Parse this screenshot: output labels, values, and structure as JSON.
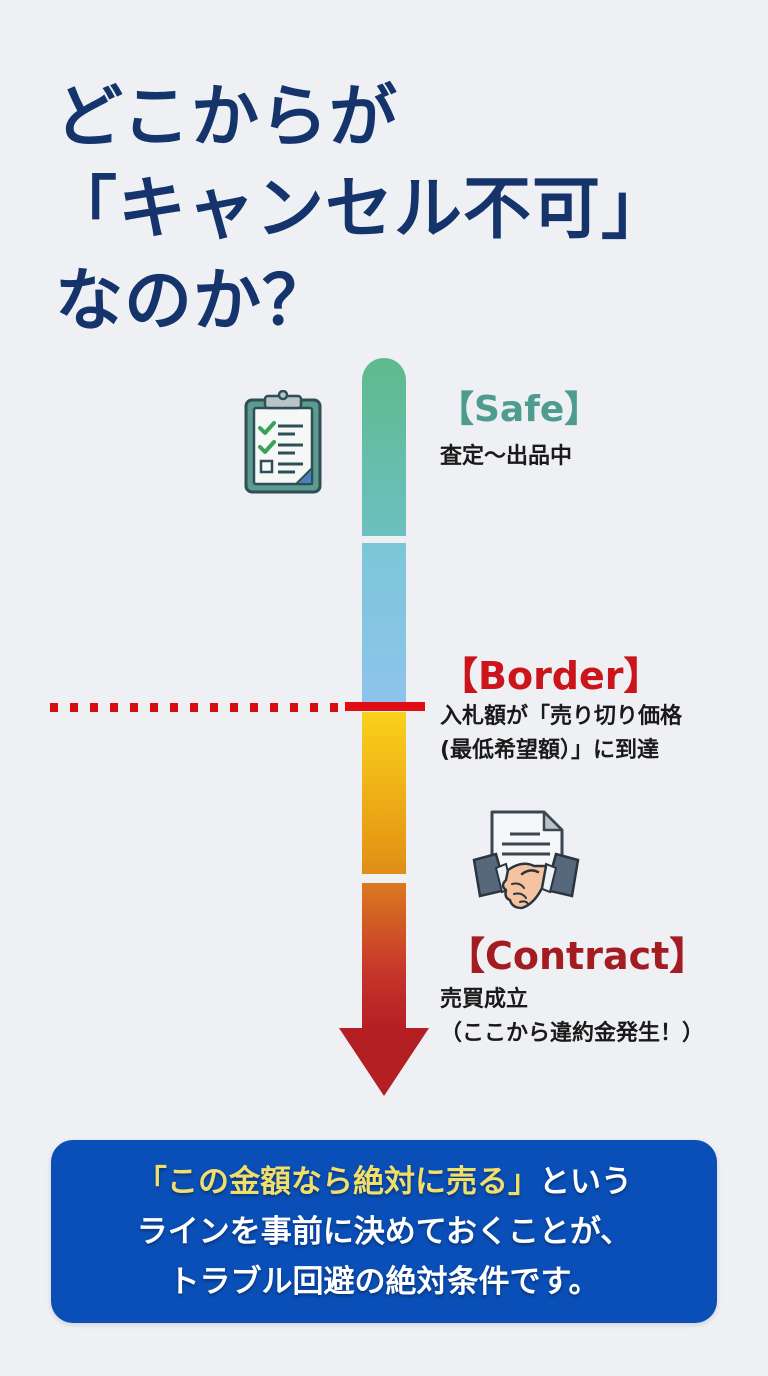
{
  "title": {
    "lines": [
      "どこからが",
      "「キャンセル不可」",
      "なのか？"
    ],
    "color": "#14346b"
  },
  "timeline": {
    "stages": [
      {
        "id": "safe",
        "label": "【Safe】",
        "description": [
          "査定〜出品中"
        ],
        "color": "#4e9c8e",
        "icon": "clipboard-checklist-icon"
      },
      {
        "id": "border",
        "label": "【Border】",
        "description": [
          "入札額が「売り切り価格",
          "(最低希望額）」に到達"
        ],
        "color": "#cc141b",
        "line_style": "dashed-red"
      },
      {
        "id": "contract",
        "label": "【Contract】",
        "description": [
          "売買成立",
          "（ここから違約金発生！）"
        ],
        "color": "#a31c22",
        "icon": "handshake-contract-icon"
      }
    ],
    "bar_segments": [
      {
        "name": "green",
        "colors": [
          "#5fba8c",
          "#6cc0c0"
        ]
      },
      {
        "name": "blue",
        "colors": [
          "#7cc6d8",
          "#8dc4ec"
        ]
      },
      {
        "name": "yellow-orange",
        "colors": [
          "#f9d11a",
          "#e18d17"
        ]
      },
      {
        "name": "orange-red",
        "colors": [
          "#db7a20",
          "#b51f24"
        ]
      }
    ],
    "arrow_color": "#b31f22",
    "border_line_color": "#e00d12"
  },
  "callout": {
    "line1_highlight": "「この金額なら絶対に売る」",
    "line1_rest": "という",
    "line2": "ラインを事前に決めておくことが、",
    "line3": "トラブル回避の絶対条件です。",
    "background": "#0a4fb7",
    "highlight_color": "#f2df6a"
  }
}
